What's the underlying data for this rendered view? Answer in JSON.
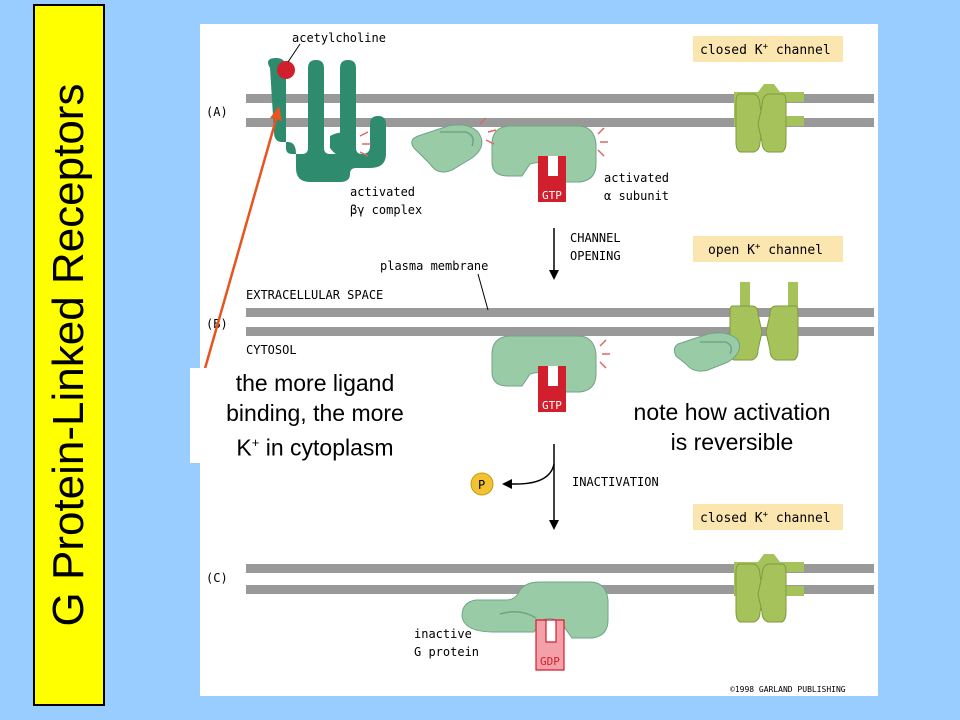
{
  "title": "G Protein-Linked Receptors",
  "figure": {
    "labels": {
      "acetylcholine": "acetylcholine",
      "panel_a": "(A)",
      "panel_b": "(B)",
      "panel_c": "(C)",
      "closed_channel_a": "closed K",
      "open_channel": "open K",
      "closed_channel_c": "closed K",
      "channel_suffix": " channel",
      "activated_bg_1": "activated",
      "activated_bg_2": "βγ complex",
      "activated_alpha_1": "activated",
      "activated_alpha_2": "α subunit",
      "gtp_a": "GTP",
      "gtp_b": "GTP",
      "gdp": "GDP",
      "channel_opening_1": "CHANNEL",
      "channel_opening_2": "OPENING",
      "plasma_membrane": "plasma membrane",
      "extracellular_space": "EXTRACELLULAR SPACE",
      "cytosol": "CYTOSOL",
      "inactivation": "INACTIVATION",
      "phosphate": "P",
      "inactive_1": "inactive",
      "inactive_2": "G protein",
      "copyright": "©1998 GARLAND PUBLISHING"
    }
  },
  "notes": {
    "ligand_1": "the more ligand",
    "ligand_2": "binding, the more",
    "ligand_3_prefix": "K",
    "ligand_3_sup": "+",
    "ligand_3_suffix": " in cytoplasm",
    "reversible_1": "note how activation",
    "reversible_2": "is reversible"
  },
  "colors": {
    "background": "#99CCFF",
    "title_box": "#FFFF00",
    "membrane": "#999999",
    "receptor": "#2E8B6E",
    "g_protein": "#99CCA6",
    "channel": "#A6C35B",
    "gtp": "#D11F2E",
    "label_box": "#FCE6B0",
    "arrow": "#E8541F",
    "phosphate": "#F2C230"
  }
}
